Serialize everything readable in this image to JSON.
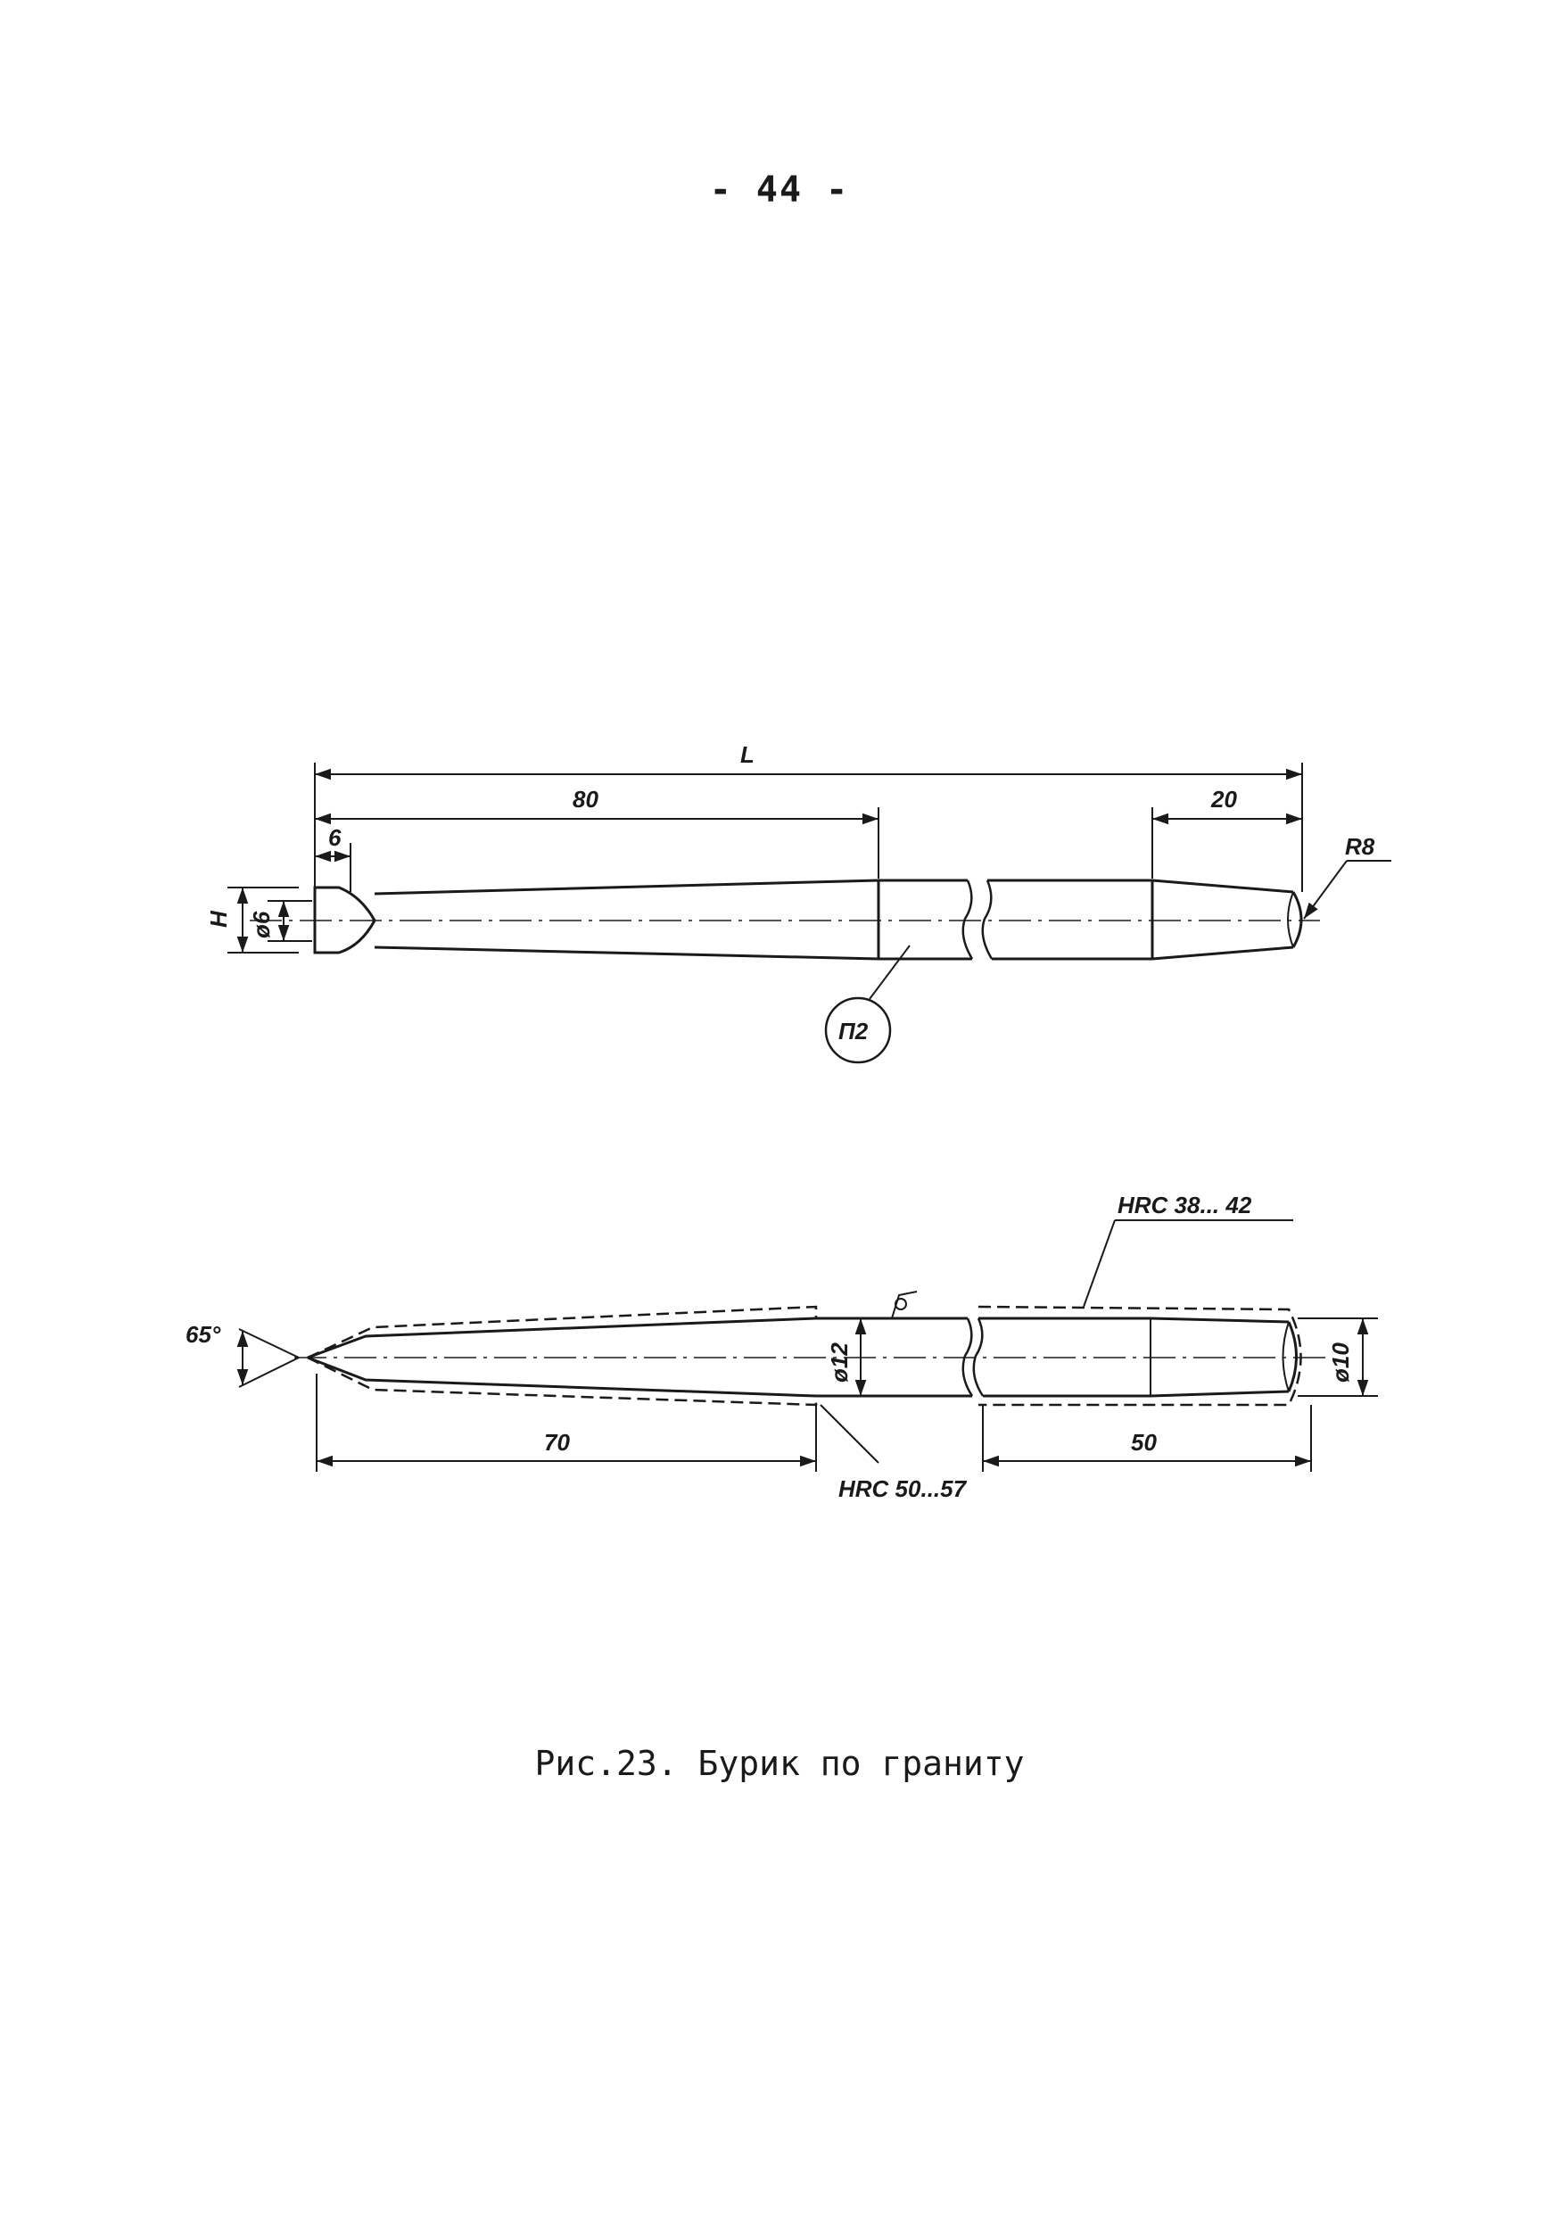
{
  "page": {
    "number": "- 44 -"
  },
  "caption": "Рис.23. Бурик по граниту",
  "drawing_top": {
    "dim_overall": "L",
    "dim_80": "80",
    "dim_20": "20",
    "dim_6": "6",
    "dim_h": "H",
    "dim_dia6": "ø6",
    "dim_r8": "R8",
    "callout": "П2"
  },
  "drawing_bottom": {
    "angle": "65°",
    "dim_dia12": "ø12",
    "dim_dia10": "ø10",
    "dim_70": "70",
    "dim_50": "50",
    "hardness_upper": "HRC 38... 42",
    "hardness_lower": "HRC 50...57"
  }
}
